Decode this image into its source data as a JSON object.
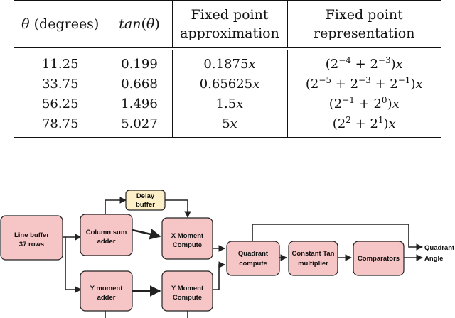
{
  "table": {
    "headers": {
      "theta": [
        "θ",
        " (degrees)"
      ],
      "tan": [
        "tan",
        "(",
        "θ",
        ")"
      ],
      "approx": [
        "Fixed point",
        "approximation"
      ],
      "repr": [
        "Fixed point",
        "representation"
      ]
    },
    "rows": [
      {
        "deg": "11.25",
        "tan": "0.199",
        "approx_num": "0.1875",
        "var": "x",
        "repr": [
          [
            "2",
            "−4"
          ],
          [
            "2",
            "−3"
          ]
        ]
      },
      {
        "deg": "33.75",
        "tan": "0.668",
        "approx_num": "0.65625",
        "var": "x",
        "repr": [
          [
            "2",
            "−5"
          ],
          [
            "2",
            "−3"
          ],
          [
            "2",
            "−1"
          ]
        ]
      },
      {
        "deg": "56.25",
        "tan": "1.496",
        "approx_num": "1.5",
        "var": "x",
        "repr": [
          [
            "2",
            "−1"
          ],
          [
            "2",
            "0"
          ]
        ]
      },
      {
        "deg": "78.75",
        "tan": "5.027",
        "approx_num": "5",
        "var": "x",
        "repr": [
          [
            "2",
            "2"
          ],
          [
            "2",
            "1"
          ]
        ]
      }
    ]
  },
  "diagram": {
    "colors": {
      "block_fill": "#f6c6c6",
      "delay_fill": "#fdf0c8",
      "stroke": "#222222"
    },
    "blocks": {
      "line_buffer": [
        "Line buffer",
        "37 rows"
      ],
      "column_sum": [
        "Column sum",
        "adder"
      ],
      "delay": [
        "Delay",
        "buffer"
      ],
      "x_moment": [
        "X Moment",
        "Compute"
      ],
      "y_moment_adder": [
        "Y moment",
        "adder"
      ],
      "y_moment": [
        "Y Moment",
        "Compute"
      ],
      "quadrant": [
        "Quadrant",
        "compute"
      ],
      "const_tan": [
        "Constant Tan",
        "multiplier"
      ],
      "comparators": [
        "Comparators"
      ]
    },
    "outputs": {
      "quadrant": "Quadrant",
      "angle": "Angle"
    }
  }
}
